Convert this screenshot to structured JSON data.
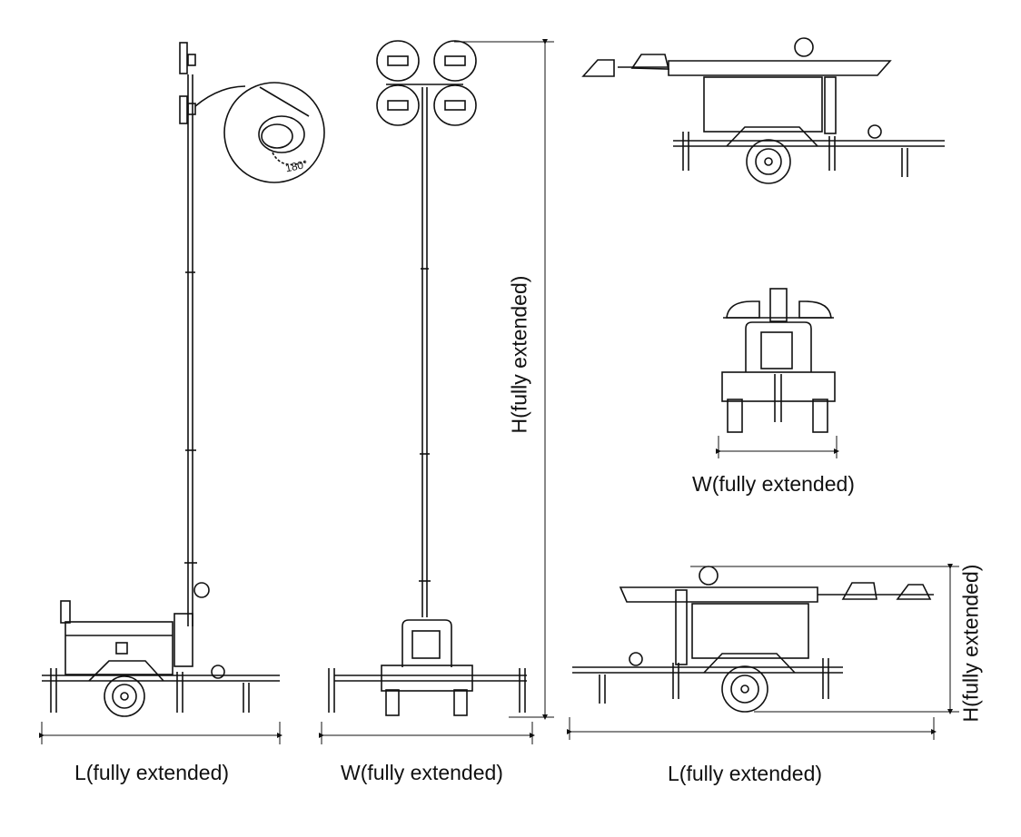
{
  "labels": {
    "side_length": "L(fully extended)",
    "front_width": "W(fully extended)",
    "top_width": "W(fully extended)",
    "bottom_length": "L(fully extended)",
    "tall_height": "H(fully extended)",
    "compact_height": "H(fully extended)",
    "rotation_angle": "180°"
  },
  "colors": {
    "line": "#111111",
    "background": "#ffffff"
  }
}
